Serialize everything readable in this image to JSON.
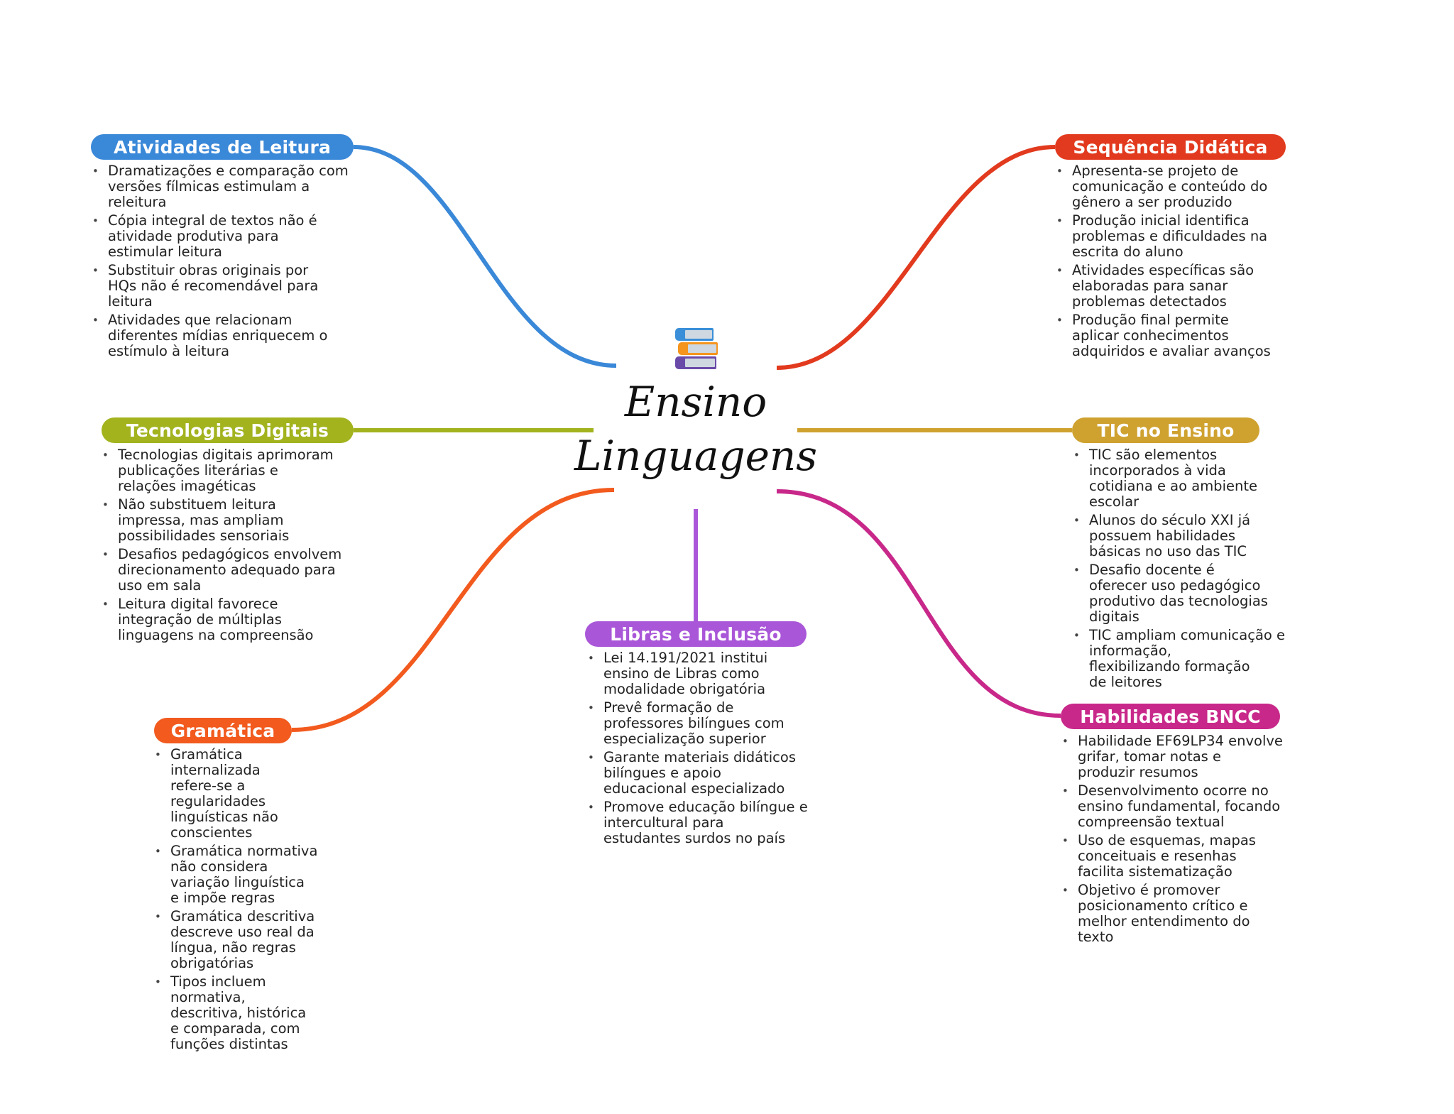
{
  "central": {
    "title_line1": "Ensino",
    "title_line2": "Linguagens",
    "icon": "books-icon"
  },
  "colors": {
    "blue": "#3a88d8",
    "red": "#e23a1e",
    "olive": "#a2b31e",
    "gold": "#cfa230",
    "orange": "#f25a1e",
    "purple": "#a957d8",
    "magenta": "#c8288a"
  },
  "branches": {
    "leitura": {
      "title": "Atividades de Leitura",
      "items": [
        "Dramatizações e comparação com\nversões fílmicas estimulam a\nreleitura",
        "Cópia integral de textos não é\natividade produtiva para\nestimular leitura",
        "Substituir obras originais por\nHQs não é recomendável para\nleitura",
        "Atividades que relacionam\ndiferentes mídias enriquecem o\nestímulo à leitura"
      ]
    },
    "sequencia": {
      "title": "Sequência Didática",
      "items": [
        "Apresenta-se projeto de\ncomunicação e conteúdo do\ngênero a ser produzido",
        "Produção inicial identifica\nproblemas e dificuldades na\nescrita do aluno",
        "Atividades específicas são\nelaboradas para sanar\nproblemas detectados",
        "Produção final permite\naplicar conhecimentos\nadquiridos e avaliar avanços"
      ]
    },
    "tecnologias": {
      "title": "Tecnologias Digitais",
      "items": [
        "Tecnologias digitais aprimoram\npublicações literárias e\nrelações imagéticas",
        "Não substituem leitura\nimpressa, mas ampliam\npossibilidades sensoriais",
        "Desafios pedagógicos envolvem\ndirecionamento adequado para\nuso em sala",
        "Leitura digital favorece\nintegração de múltiplas\nlinguagens na compreensão"
      ]
    },
    "tic": {
      "title": "TIC no Ensino",
      "items": [
        "TIC são elementos\nincorporados à vida\ncotidiana e ao ambiente\nescolar",
        "Alunos do século XXI já\npossuem habilidades\nbásicas no uso das TIC",
        "Desafio docente é\noferecer uso pedagógico\nprodutivo das tecnologias\ndigitais",
        "TIC ampliam comunicação e\ninformação,\nflexibilizando formação\nde leitores"
      ]
    },
    "gramatica": {
      "title": "Gramática",
      "items": [
        "Gramática\ninternalizada\nrefere-se a\nregularidades\nlinguísticas não\nconscientes",
        "Gramática normativa\nnão considera\nvariação linguística\ne impõe regras",
        "Gramática descritiva\ndescreve uso real da\nlíngua, não regras\nobrigatórias",
        "Tipos incluem\nnormativa,\ndescritiva, histórica\ne comparada, com\nfunções distintas"
      ]
    },
    "libras": {
      "title": "Libras e Inclusão",
      "items": [
        "Lei 14.191/2021 institui\nensino de Libras como\nmodalidade obrigatória",
        "Prevê formação de\nprofessores bilíngues com\nespecialização superior",
        "Garante materiais didáticos\nbilíngues e apoio\neducacional especializado",
        "Promove educação bilíngue e\nintercultural para\nestudantes surdos no país"
      ]
    },
    "bncc": {
      "title": "Habilidades BNCC",
      "items": [
        "Habilidade EF69LP34 envolve\ngrifar, tomar notas e\nproduzir resumos",
        "Desenvolvimento ocorre no\nensino fundamental, focando\ncompreensão textual",
        "Uso de esquemas, mapas\nconceituais e resenhas\nfacilita sistematização",
        "Objetivo é promover\nposicionamento crítico e\nmelhor entendimento do\ntexto"
      ]
    }
  }
}
